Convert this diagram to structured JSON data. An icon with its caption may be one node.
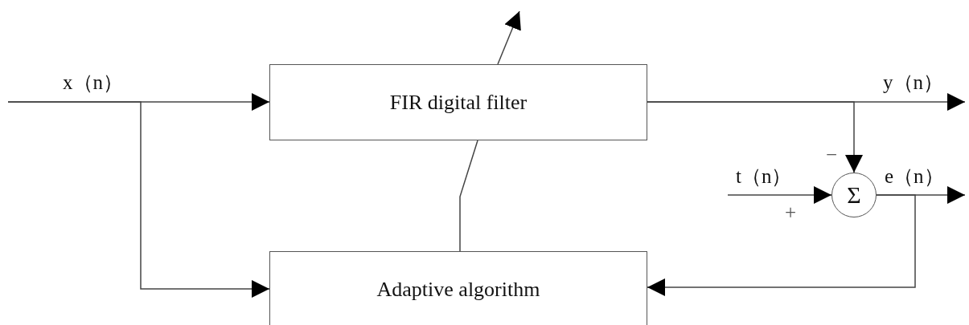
{
  "diagram": {
    "nodes": [
      {
        "text": [
          "FIR digital filter"
        ]
      },
      {
        "text": [
          "Adaptive algorithm"
        ]
      },
      {
        "text": [
          "Σ"
        ]
      }
    ],
    "edges": [
      {
        "from": null,
        "to": 0,
        "arrow": "to",
        "label": "x（n）"
      },
      {
        "from": null,
        "to": 1,
        "arrow": "to"
      },
      {
        "from": 0,
        "to": null,
        "arrow": "to",
        "label": "y（n）"
      },
      {
        "from": 0,
        "to": 2,
        "arrow": "to"
      },
      {
        "from": null,
        "to": 2,
        "arrow": "to",
        "label": "t（n）"
      },
      {
        "from": 2,
        "to": null,
        "arrow": "to",
        "label": "e（n）"
      },
      {
        "from": 2,
        "to": 1,
        "arrow": "to"
      },
      {
        "from": 1,
        "to": 0,
        "arrow": "none"
      }
    ],
    "labels": [
      "−",
      "+"
    ]
  }
}
